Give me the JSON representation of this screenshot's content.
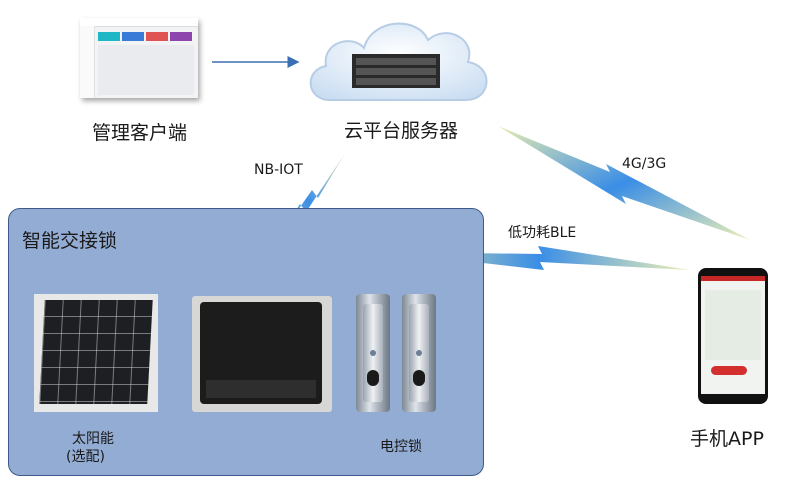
{
  "nodes": {
    "client": "管理客户端",
    "server": "云平台服务器",
    "lock_system": "智能交接锁",
    "solar": "太阳能",
    "solar_note": "(选配)",
    "e_lock": "电控锁",
    "phone": "手机APP"
  },
  "links": {
    "nb_iot": "NB-IOT",
    "cellular": "4G/3G",
    "ble": "低功耗BLE"
  },
  "colors": {
    "box_fill": "#93acd3",
    "box_border": "#3d5a8a",
    "arrow": "#3b6fb3",
    "bolt_blue": "#3a8ee6",
    "bolt_yellow": "#e8e88a"
  }
}
